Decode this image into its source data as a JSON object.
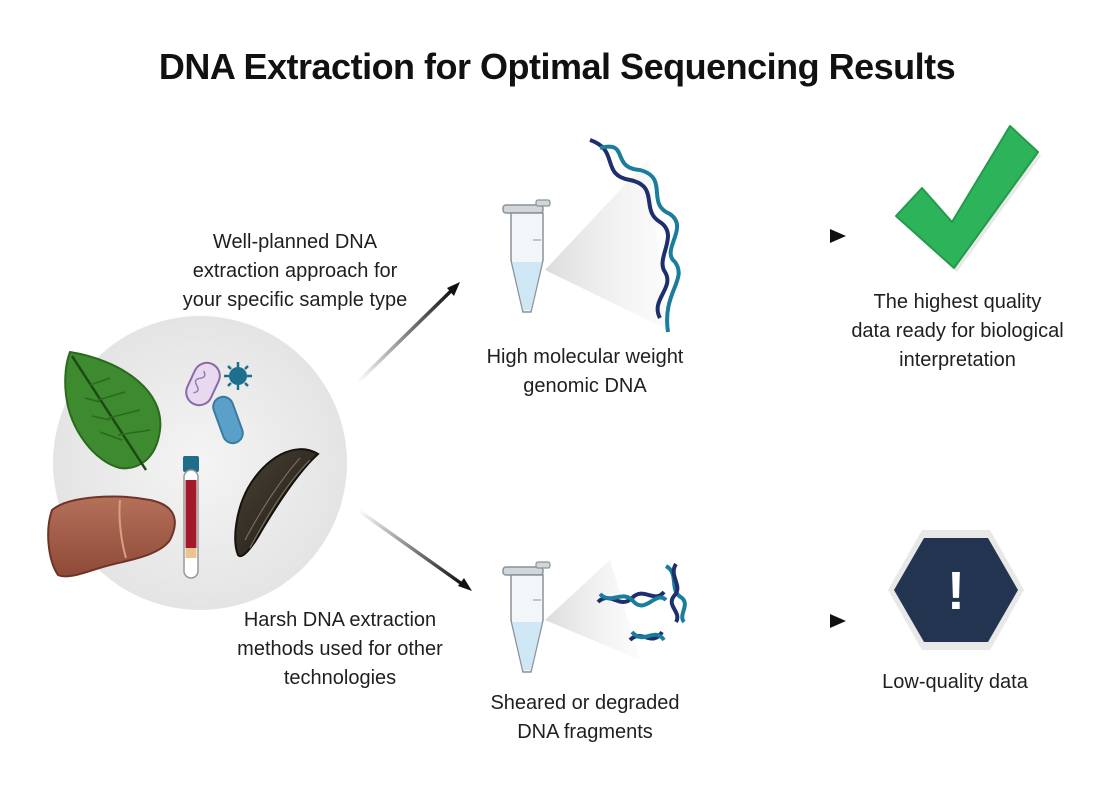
{
  "title": "DNA Extraction for Optimal Sequencing Results",
  "top_path": {
    "method_label": "Well-planned DNA extraction approach for your specific sample type",
    "method_lines": [
      "Well-planned DNA",
      "extraction approach for",
      "your specific sample type"
    ],
    "sample_label_lines": [
      "High molecular weight",
      "genomic DNA"
    ],
    "outcome_label_lines": [
      "The highest quality",
      "data ready for biological",
      "interpretation"
    ],
    "outcome_icon": "checkmark-icon",
    "outcome_color": "#2db35a"
  },
  "bottom_path": {
    "method_lines": [
      "Harsh DNA extraction",
      "methods used for other",
      "technologies"
    ],
    "sample_label_lines": [
      "Sheared or degraded",
      "DNA fragments"
    ],
    "outcome_label_lines": [
      "Low-quality data"
    ],
    "outcome_icon": "warning-hexagon-icon",
    "outcome_symbol": "!",
    "outcome_color": "#22344f"
  },
  "sample_sources": [
    "leaf-icon",
    "bacteria-icon",
    "virus-icon",
    "liver-icon",
    "blood-tube-icon",
    "mussel-icon"
  ],
  "colors": {
    "dna_dark": "#1f2f6e",
    "dna_teal": "#1a7d9c",
    "tube_liquid": "#cfe6f5"
  }
}
